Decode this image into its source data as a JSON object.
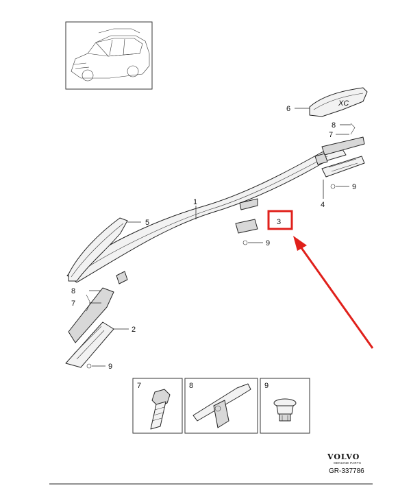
{
  "callouts": {
    "c1": "1",
    "c2": "2",
    "c3": "3",
    "c4": "4",
    "c5": "5",
    "c6": "6",
    "c7_top": "7",
    "c8_top": "8",
    "c9_top": "9",
    "c9_mid": "9",
    "c8_left": "8",
    "c7_left": "7",
    "c9_bottom": "9"
  },
  "rail_cap_text": "XC",
  "legend": {
    "box7": "7",
    "box8": "8",
    "box9": "9"
  },
  "brand": {
    "name": "VOLVO",
    "tagline": "GENUINE PARTS",
    "reference": "GR-337786"
  },
  "highlight": {
    "callout": "3",
    "color": "#e0201b"
  }
}
